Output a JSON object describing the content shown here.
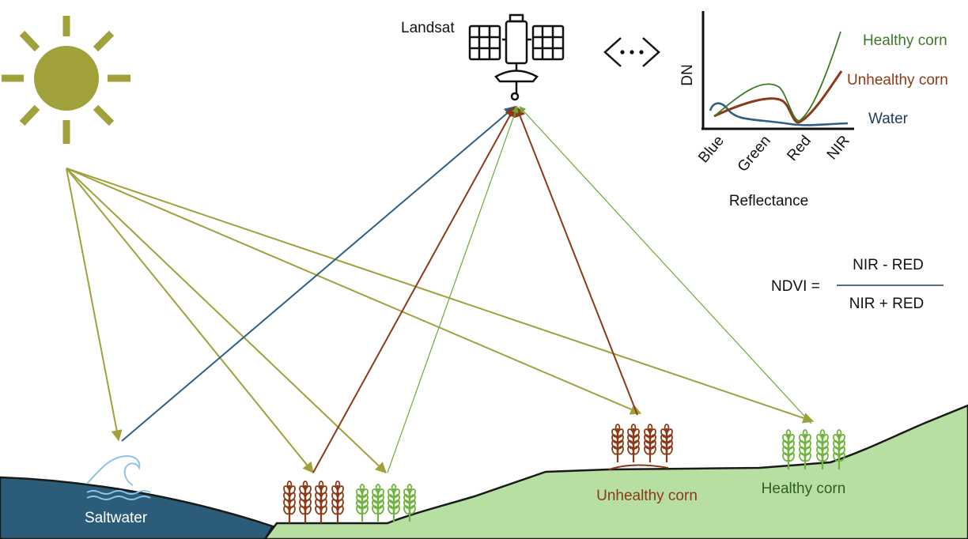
{
  "satellite": {
    "label": "Landsat",
    "icon": "satellite-icon"
  },
  "sun": {
    "icon": "sun-icon"
  },
  "exchange_symbol": {
    "icon": "ellipsis-brackets-icon"
  },
  "spectrum_chart": {
    "y_axis_label": "DN",
    "x_axis_label": "Reflectance",
    "bands": [
      "Blue",
      "Green",
      "Red",
      "NIR"
    ],
    "series": [
      {
        "name": "Healthy corn",
        "color": "#3d7a28"
      },
      {
        "name": "Unhealthy corn",
        "color": "#8b3a17"
      },
      {
        "name": "Water",
        "color": "#1f3c5a"
      }
    ]
  },
  "ndvi": {
    "lhs": "NDVI =",
    "numerator": "NIR - RED",
    "denominator": "NIR + RED"
  },
  "ground_labels": {
    "saltwater": "Saltwater",
    "unhealthy_corn": "Unhealthy corn",
    "healthy_corn": "Healthy corn"
  },
  "colors": {
    "sun": "#a0a13a",
    "incoming_ray": "#a0a13a",
    "water_reflection": "#2e5f86",
    "unhealthy_reflection": "#8b3a17",
    "healthy_reflection": "#6aaa3a",
    "sea": "#2b5c79",
    "land": "#b7dfa1",
    "unhealthy_plant": "#8b3a17",
    "healthy_plant": "#6fb43d"
  }
}
